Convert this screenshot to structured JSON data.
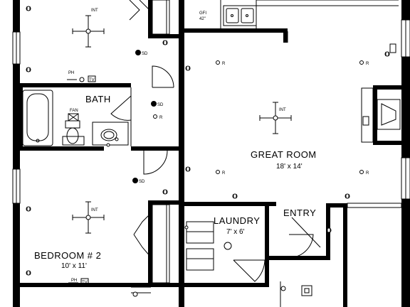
{
  "plan": {
    "rooms": {
      "great_room": {
        "name": "GREAT ROOM",
        "dims": "18' x 14'"
      },
      "bath": {
        "name": "BATH"
      },
      "bedroom2": {
        "name": "BEDROOM # 2",
        "dims": "10' x 11'"
      },
      "laundry": {
        "name": "LAUNDRY",
        "dims": "7' x 6'"
      },
      "entry": {
        "name": "ENTRY"
      }
    },
    "symbols": {
      "int": "INT",
      "smoke": "SD",
      "ceiling": "R",
      "phone": "PH",
      "tv": "TV",
      "fan": "FAN",
      "gfi": "GFI",
      "gfi_height": "42\""
    }
  }
}
